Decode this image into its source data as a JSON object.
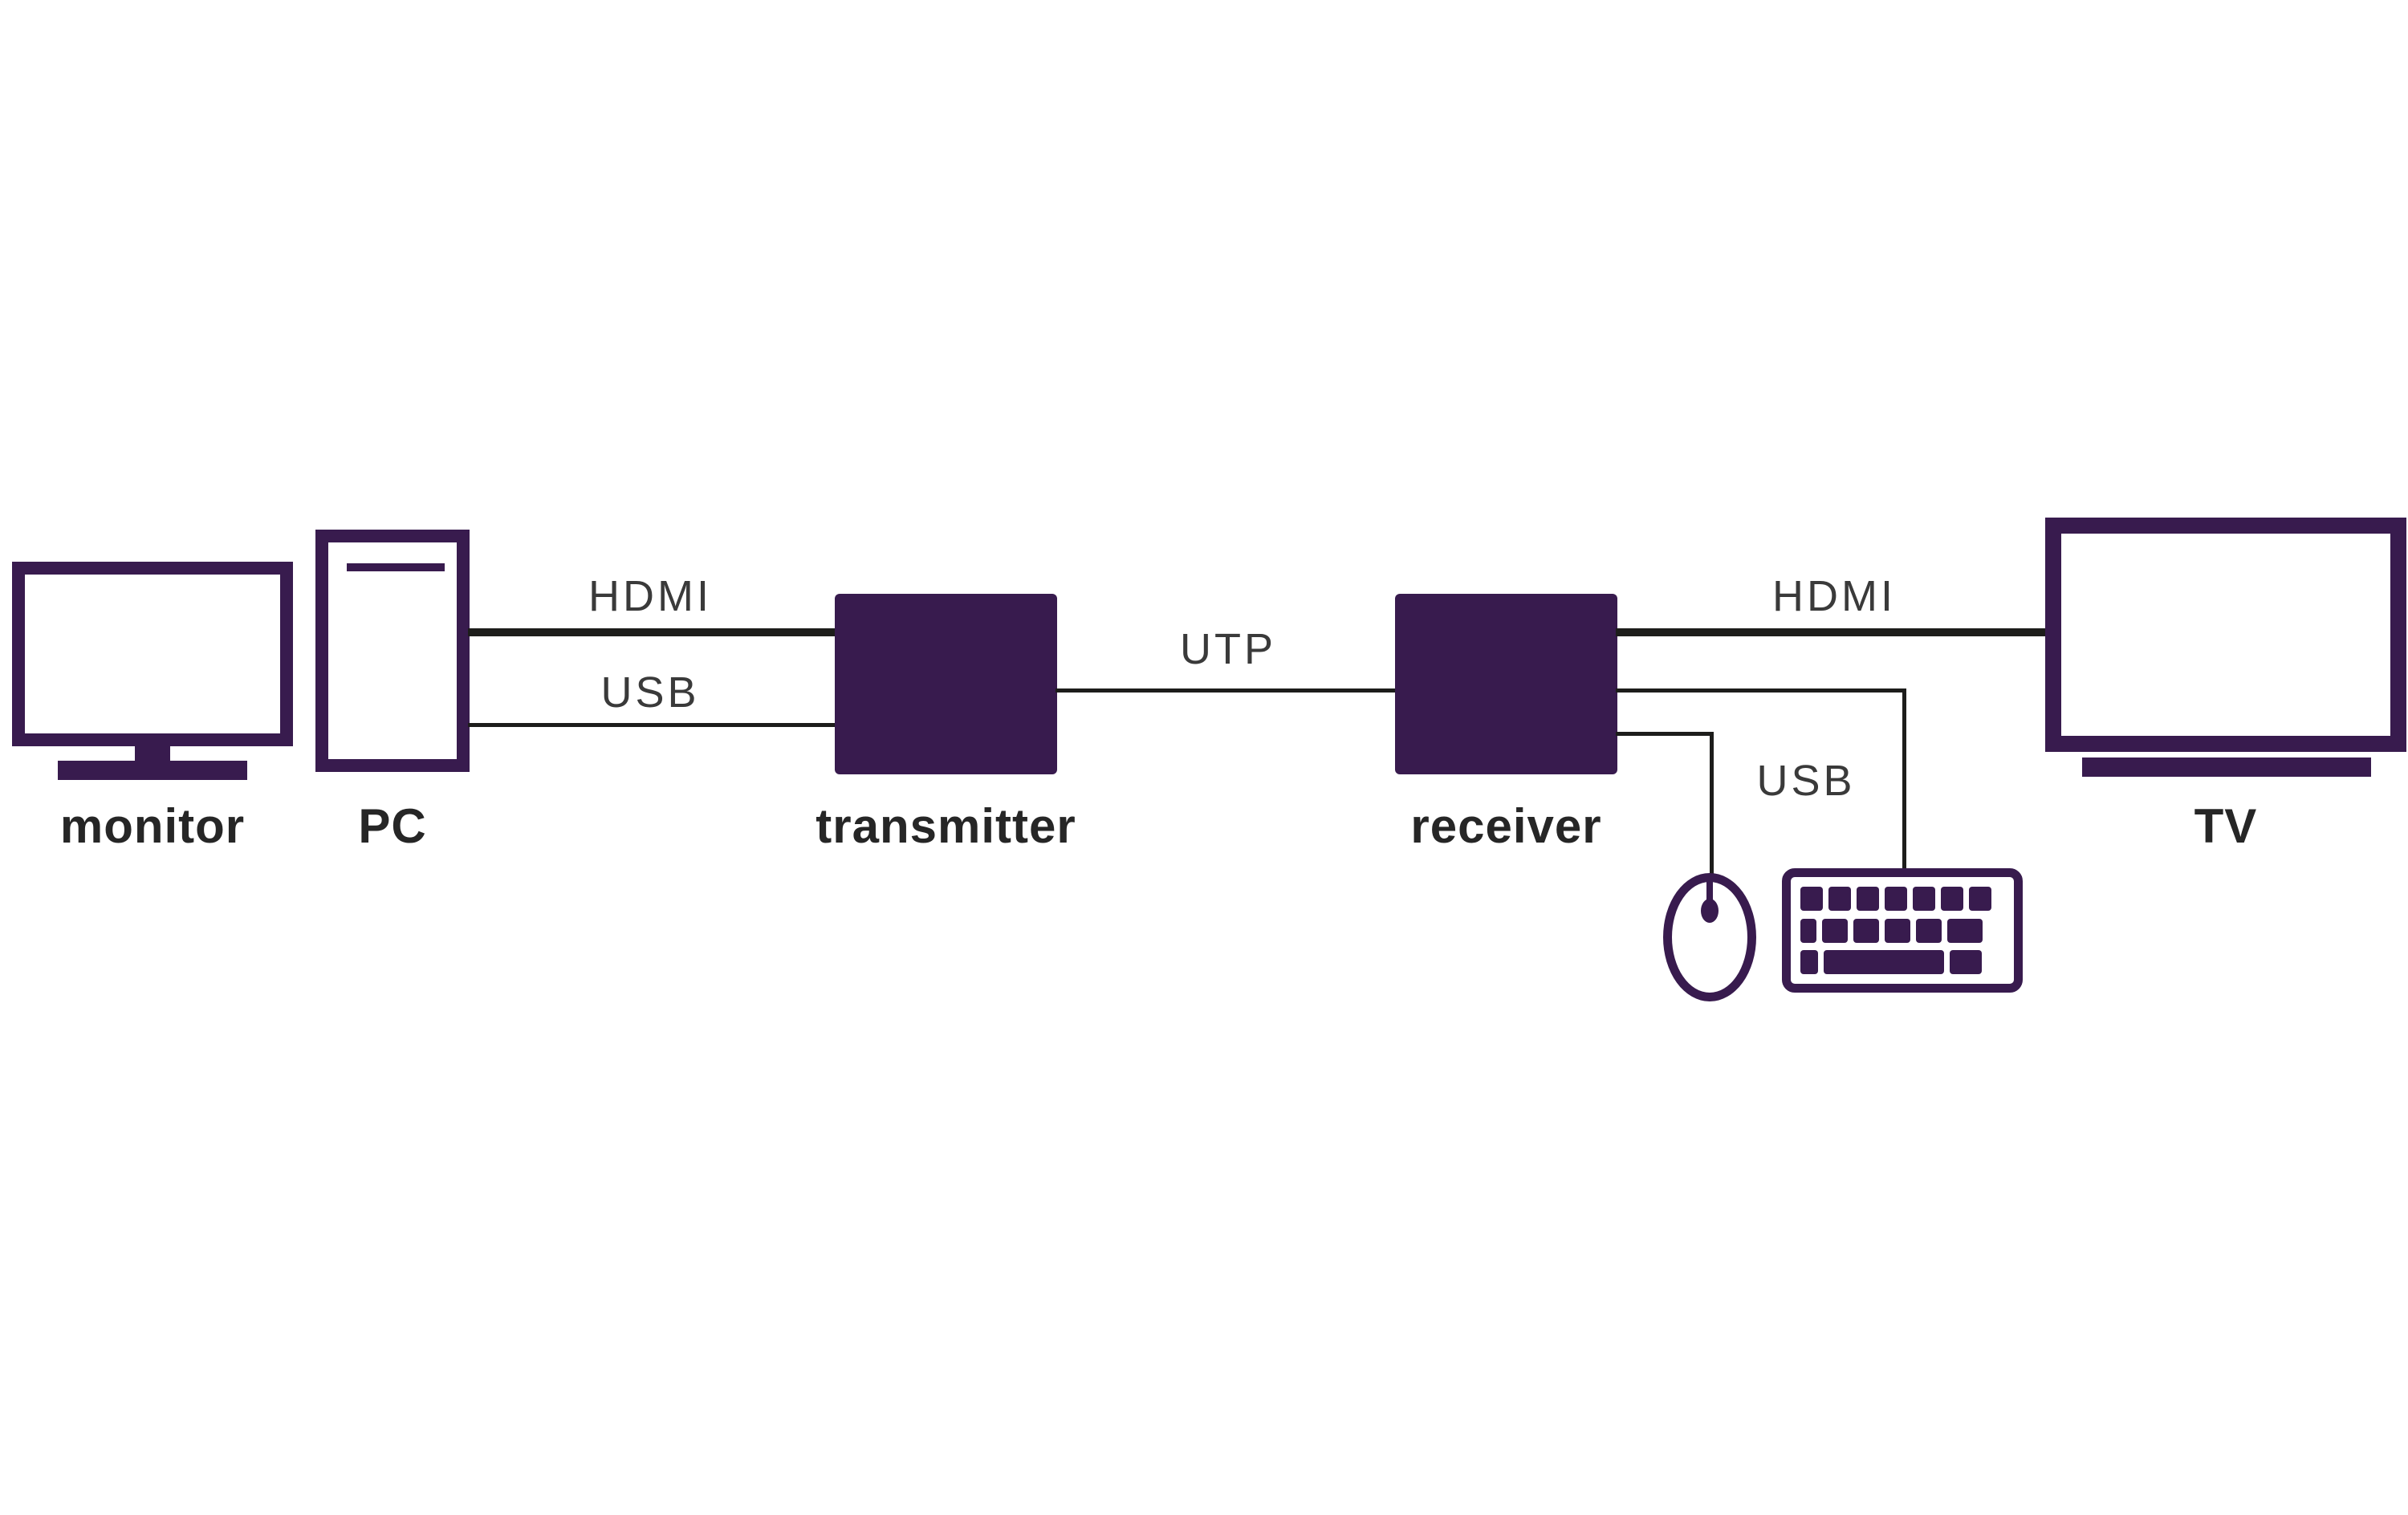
{
  "colors": {
    "purple": "#381b4e",
    "line": "#1d1d1b",
    "label": "#262626",
    "connector_label": "#3a3a3a",
    "background": "#ffffff"
  },
  "diagram": {
    "type": "signal-extender-setup",
    "nodes": {
      "monitor": {
        "label": "monitor"
      },
      "pc": {
        "label": "PC"
      },
      "transmitter": {
        "label": "transmitter"
      },
      "receiver": {
        "label": "receiver"
      },
      "tv": {
        "label": "TV"
      },
      "mouse": {
        "icon": "mouse-icon"
      },
      "keyboard": {
        "icon": "keyboard-icon"
      }
    },
    "connections": {
      "pc_to_transmitter_hdmi": {
        "from": "PC",
        "to": "transmitter",
        "label": "HDMI"
      },
      "pc_to_transmitter_usb": {
        "from": "PC",
        "to": "transmitter",
        "label": "USB"
      },
      "transmitter_to_receiver_utp": {
        "from": "transmitter",
        "to": "receiver",
        "label": "UTP"
      },
      "receiver_to_tv_hdmi": {
        "from": "receiver",
        "to": "TV",
        "label": "HDMI"
      },
      "receiver_to_peripherals_usb": {
        "from": "receiver",
        "to": "mouse and keyboard",
        "label": "USB"
      }
    }
  }
}
